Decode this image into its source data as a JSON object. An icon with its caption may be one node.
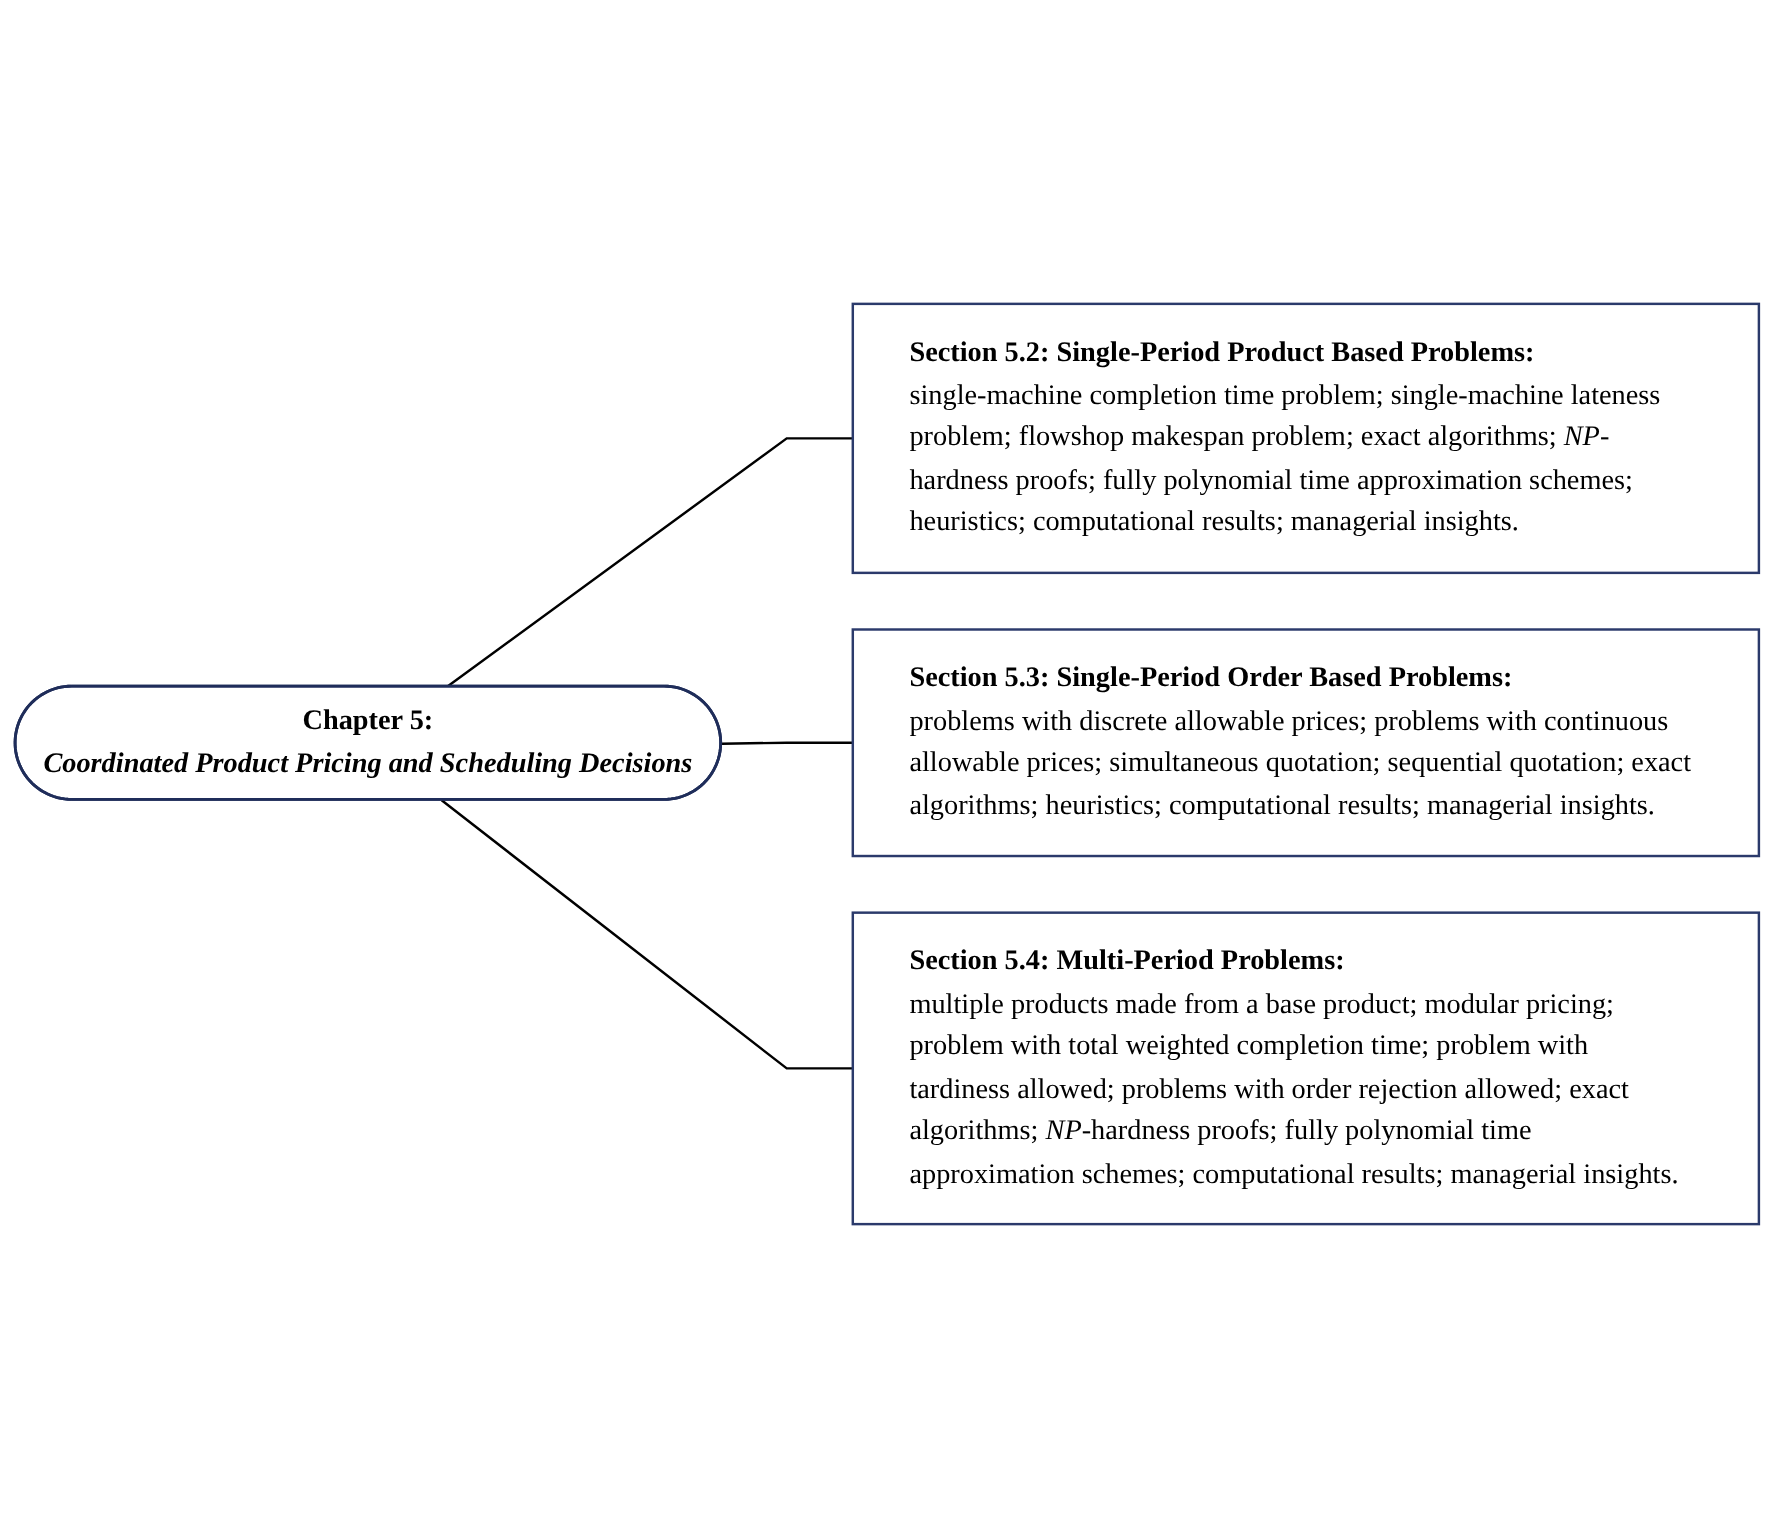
{
  "diagram": {
    "nodes": [
      {
        "text": [
          "Chapter 5:",
          "Coordinated Product Pricing and Scheduling Decisions"
        ]
      },
      {
        "text": [
          "Section 5.2: Single-Period Product Based Problems:",
          "single-machine completion time problem; single-machine lateness problem; flowshop makespan problem; exact algorithms; *NP*-hardness proofs; fully polynomial time approximation schemes; heuristics; computational results; managerial insights."
        ]
      },
      {
        "text": [
          "Section 5.3: Single-Period Order Based Problems:",
          "problems with discrete allowable prices; problems with continuous allowable prices; simultaneous quotation; sequential quotation; exact algorithms; heuristics; computational results; managerial insights."
        ]
      },
      {
        "text": [
          "Section 5.4: Multi-Period Problems:",
          "multiple products made from a base product; modular pricing; problem with total weighted completion time; problem with tardiness allowed; problems with order rejection allowed; exact algorithms; *NP*-hardness proofs; fully polynomial time approximation schemes; computational results; managerial insights."
        ]
      }
    ],
    "edges": [
      {
        "from": 0,
        "to": 1,
        "arrow": "none"
      },
      {
        "from": 0,
        "to": 2,
        "arrow": "none"
      },
      {
        "from": 0,
        "to": 3,
        "arrow": "none"
      }
    ]
  }
}
